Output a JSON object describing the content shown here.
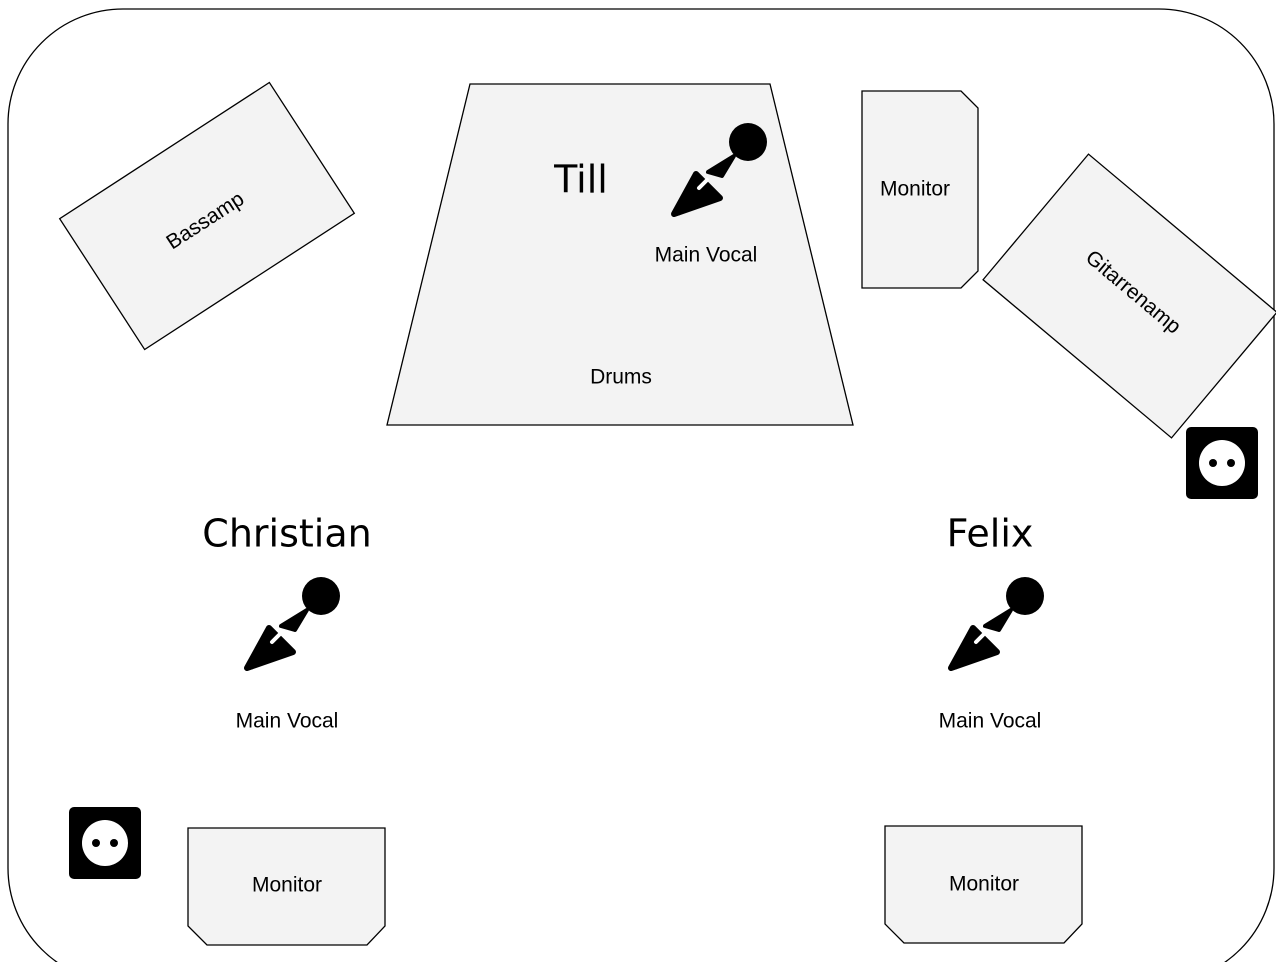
{
  "stage": {
    "outline_color": "#000000",
    "box_fill": "#f3f3f3",
    "amps": {
      "bass_label": "Bassamp",
      "guitar_label": "Gitarrenamp"
    },
    "drums": {
      "label": "Drums"
    },
    "performers": {
      "till": {
        "name": "Till",
        "role": "Main Vocal",
        "icon": "microphone-icon"
      },
      "christian": {
        "name": "Christian",
        "role": "Main Vocal",
        "icon": "microphone-icon"
      },
      "felix": {
        "name": "Felix",
        "role": "Main Vocal",
        "icon": "microphone-icon"
      }
    },
    "monitors": {
      "top_label": "Monitor",
      "bottom_left_label": "Monitor",
      "bottom_right_label": "Monitor"
    },
    "outlets": {
      "right_icon": "power-outlet-icon",
      "left_icon": "power-outlet-icon"
    }
  }
}
